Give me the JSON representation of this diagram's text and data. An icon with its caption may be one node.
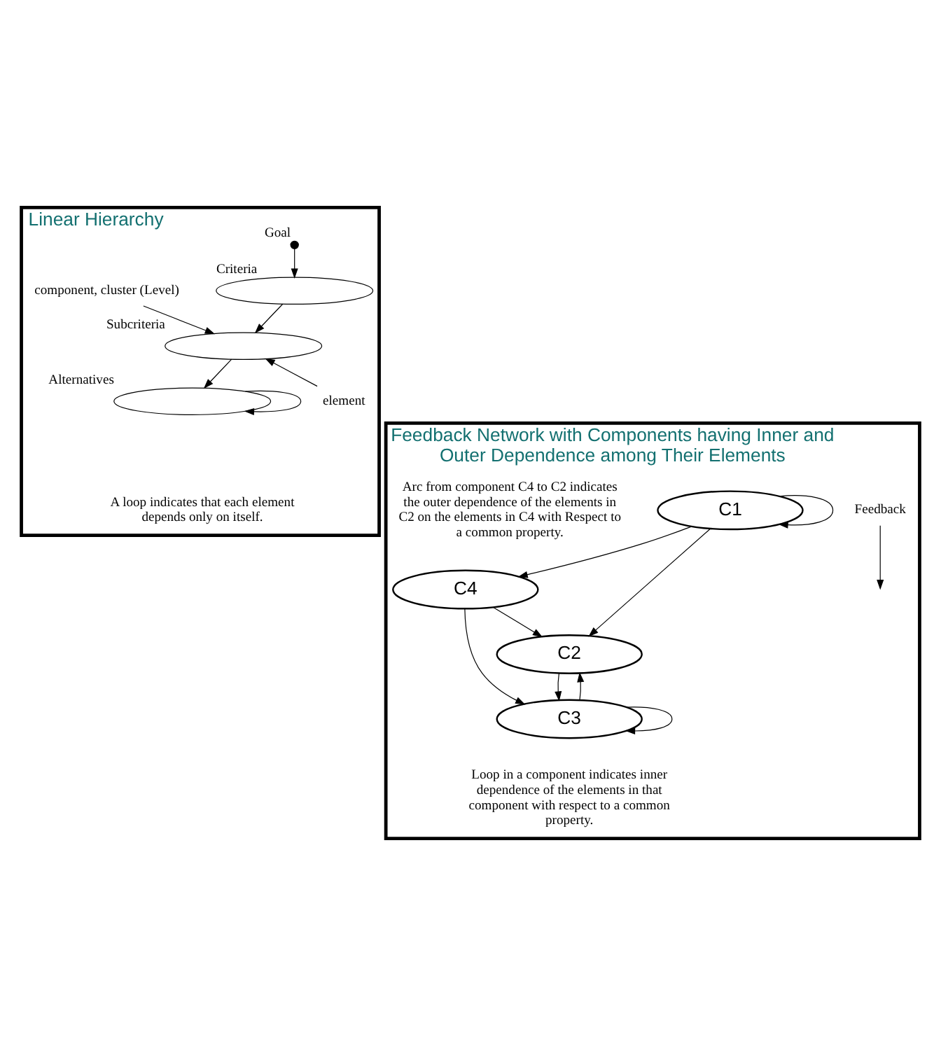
{
  "diagram": {
    "nodes": [
      {
        "text": [
          "Linear Hierarchy"
        ]
      },
      {
        "text": [],
        "shape": "circle",
        "beside": [
          "Goal"
        ],
        "in": 0
      },
      {
        "text": [],
        "shape": "ellipse",
        "beside": [
          "Criteria"
        ],
        "in": 0
      },
      {
        "text": [],
        "shape": "ellipse",
        "beside": [
          "Subcriteria"
        ],
        "in": 0
      },
      {
        "text": [],
        "shape": "ellipse",
        "beside": [
          "Alternatives"
        ],
        "in": 0
      },
      {
        "text": [
          "component, cluster (Level)"
        ],
        "in": 0
      },
      {
        "text": [
          "element"
        ],
        "in": 0
      },
      {
        "text": [
          "Feedback Network with Components having Inner and Outer Dependence among Their Elements"
        ]
      },
      {
        "text": [
          "C4"
        ],
        "in": 7
      },
      {
        "text": [
          "C1"
        ],
        "in": 7
      },
      {
        "text": [
          "C2"
        ],
        "in": 7
      },
      {
        "text": [
          "C3"
        ],
        "in": 7
      },
      {
        "text": [
          "Feedback"
        ],
        "in": 7
      }
    ],
    "edges": [
      {
        "from": 1,
        "to": 2,
        "arrow": "to"
      },
      {
        "from": 2,
        "to": 3,
        "arrow": "to"
      },
      {
        "from": 3,
        "to": 4,
        "arrow": "to"
      },
      {
        "from": 4,
        "to": 4,
        "arrow": "to"
      },
      {
        "from": 5,
        "to": 3,
        "arrow": "to"
      },
      {
        "from": 6,
        "to": 3,
        "arrow": "to"
      },
      {
        "from": 9,
        "to": 8,
        "arrow": "to"
      },
      {
        "from": 8,
        "to": 11,
        "arrow": "to"
      },
      {
        "from": 8,
        "to": 10,
        "arrow": "to"
      },
      {
        "from": 9,
        "to": 10,
        "arrow": "to"
      },
      {
        "from": 9,
        "to": 9,
        "arrow": "to"
      },
      {
        "from": 10,
        "to": 11,
        "arrow": "to"
      },
      {
        "from": 11,
        "to": 10,
        "arrow": "to"
      },
      {
        "from": 11,
        "to": 11,
        "arrow": "to"
      },
      {
        "from": 12,
        "to": null,
        "arrow": "to"
      }
    ],
    "labels": [
      "A loop indicates that each element depends only on itself.",
      "Arc from component C4 to C2 indicates the outer dependence of the elements in C2 on the elements in C4 with Respect to a common property.",
      "Loop in a component indicates inner dependence of the elements in that component with respect to a common property."
    ]
  }
}
